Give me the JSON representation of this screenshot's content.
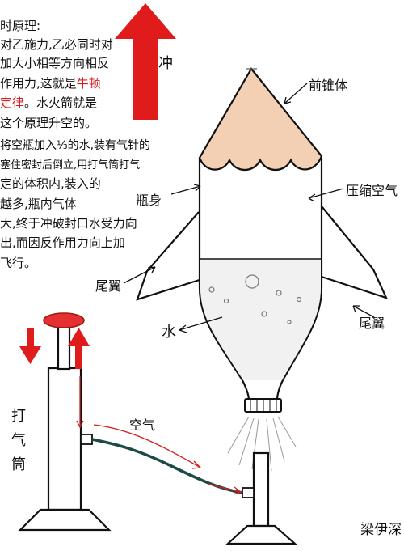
{
  "principle": {
    "heading": "时原理:",
    "lines": [
      {
        "text": "对乙施力,乙必同时对"
      },
      {
        "text": "加大小相等方向相反"
      },
      {
        "text": "作用力,这就是",
        "highlight": "牛顿"
      },
      {
        "text": "",
        "highlight": "定律",
        "after": "。水火箭就是"
      },
      {
        "text": "这个原理升空的。"
      }
    ],
    "process_lines": [
      "将空瓶加入⅓的水,装有气针的",
      "塞住密封后倒立,用打气筒打气",
      "定的体积内,装入的",
      "越多,瓶内气体",
      "大,终于冲破封口水受力向",
      "出,而因反作用力向上加",
      "飞行。"
    ]
  },
  "labels": {
    "thrust": "冲",
    "nose_cone": "前锥体",
    "compressed_air": "压缩空气",
    "body": "瓶身",
    "fin_left": "尾翼",
    "fin_right": "尾翼",
    "water": "水",
    "air": "空气",
    "pump": [
      "打",
      "气",
      "筒"
    ],
    "signature": "梁伊深"
  },
  "colors": {
    "arrow_red": "#e01b1b",
    "cone_fill": "#f3cfb3",
    "hose": "#1e4a46",
    "pump_handle": "#e53030"
  }
}
